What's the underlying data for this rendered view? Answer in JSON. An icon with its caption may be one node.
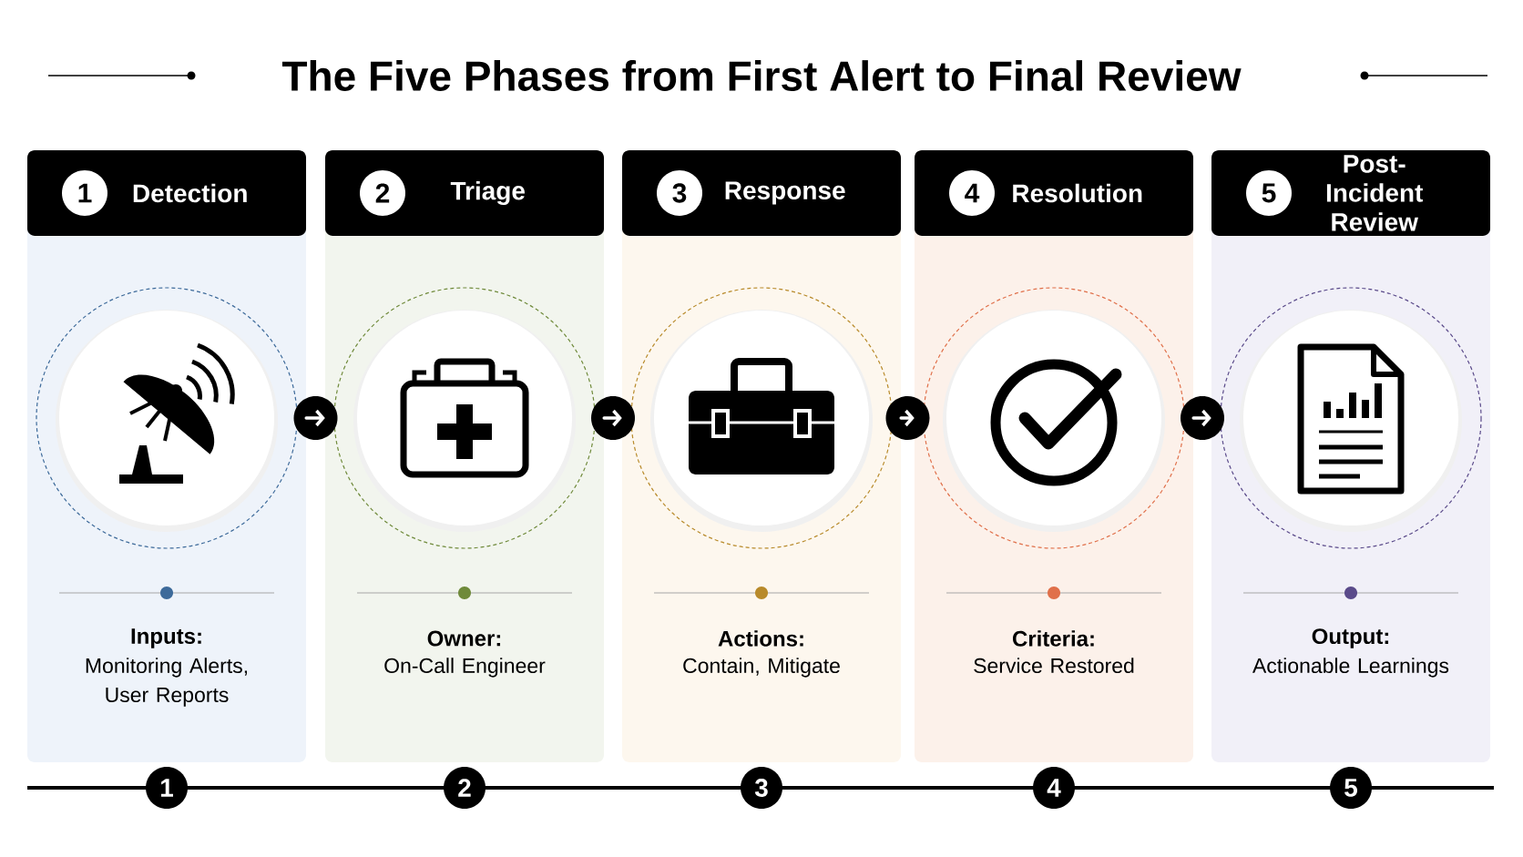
{
  "diagram": {
    "title": "The Five Phases from First Alert to Final Review",
    "nodes": [
      {
        "text": [
          "1",
          "Detection",
          "Inputs:",
          "Monitoring Alerts, User Reports"
        ]
      },
      {
        "text": [
          "2",
          "Triage",
          "Owner:",
          "On-Call Engineer"
        ]
      },
      {
        "text": [
          "3",
          "Response",
          "Actions:",
          "Contain, Mitigate"
        ]
      },
      {
        "text": [
          "4",
          "Resolution",
          "Criteria:",
          "Service Restored"
        ]
      },
      {
        "text": [
          "5",
          "Post-Incident Review",
          "Output:",
          "Actionable Learnings"
        ]
      }
    ],
    "edges": [
      {
        "from": 0,
        "to": 1,
        "arrow": "to"
      },
      {
        "from": 1,
        "to": 2,
        "arrow": "to"
      },
      {
        "from": 2,
        "to": 3,
        "arrow": "to"
      },
      {
        "from": 3,
        "to": 4,
        "arrow": "to"
      }
    ],
    "labels": [
      "1",
      "2",
      "3",
      "4",
      "5"
    ]
  }
}
